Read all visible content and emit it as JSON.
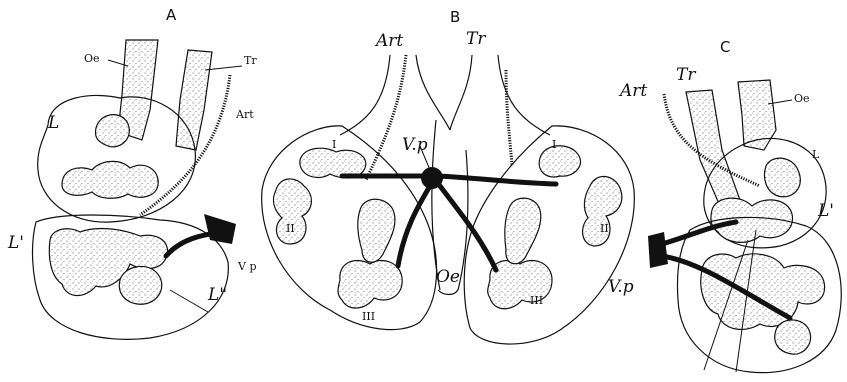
{
  "panels": [
    {
      "id": "A",
      "title": "A",
      "labels": {
        "oe": "Oe",
        "tr": "Tr",
        "art": "Art",
        "l": "L",
        "l_prime": "L'",
        "l_double": "L\"",
        "vp": "V p"
      }
    },
    {
      "id": "B",
      "title": "B",
      "labels": {
        "art": "Art",
        "tr": "Tr",
        "vp": "V.p",
        "oe": "Oe",
        "lobe_i_left": "I",
        "lobe_i_right": "I",
        "lobe_ii_left": "II",
        "lobe_ii_right": "II",
        "lobe_iii_left": "III",
        "lobe_iii_right": "III"
      }
    },
    {
      "id": "C",
      "title": "C",
      "labels": {
        "art": "Art",
        "tr": "Tr",
        "oe": "Oe",
        "l": "L",
        "l_prime": "L'",
        "vp": "V.p"
      }
    }
  ]
}
